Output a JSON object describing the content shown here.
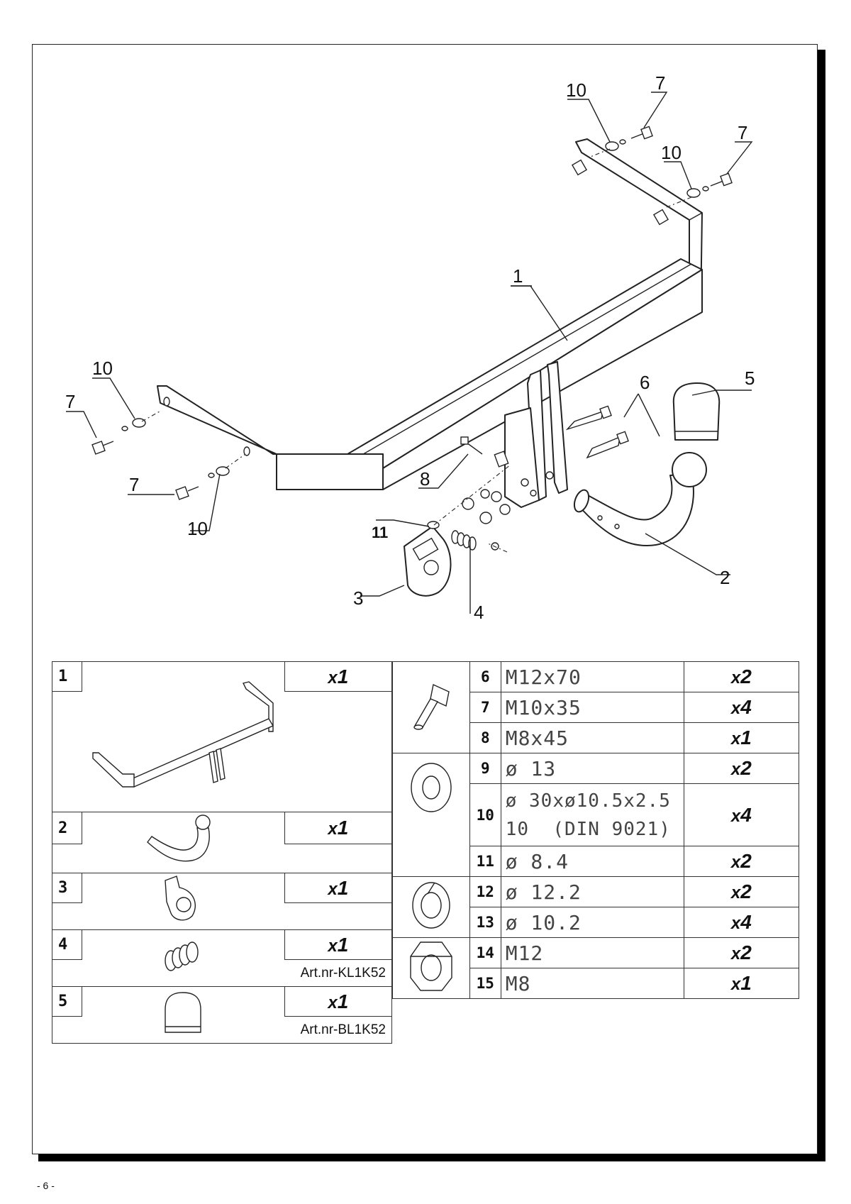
{
  "page_number": "- 6 -",
  "callouts": {
    "c1": "1",
    "c2": "2",
    "c3": "3",
    "c4": "4",
    "c5": "5",
    "c6": "6",
    "c7a": "7",
    "c7b": "7",
    "c7c": "7",
    "c7d": "7",
    "c8": "8",
    "c10a": "10",
    "c10b": "10",
    "c10c": "10",
    "c10d": "10",
    "c11": "11"
  },
  "left_parts": [
    {
      "no": "1",
      "x": "x",
      "qty": "1",
      "art": ""
    },
    {
      "no": "2",
      "x": "x",
      "qty": "1",
      "art": ""
    },
    {
      "no": "3",
      "x": "x",
      "qty": "1",
      "art": ""
    },
    {
      "no": "4",
      "x": "x",
      "qty": "1",
      "art": "Art.nr-KL1K52"
    },
    {
      "no": "5",
      "x": "x",
      "qty": "1",
      "art": "Art.nr-BL1K52"
    }
  ],
  "right_parts": [
    {
      "no": "6",
      "spec": "M12x70",
      "x": "x",
      "qty": "2"
    },
    {
      "no": "7",
      "spec": "M10x35",
      "x": "x",
      "qty": "4"
    },
    {
      "no": "8",
      "spec": "M8x45",
      "x": "x",
      "qty": "1"
    },
    {
      "no": "9",
      "spec": "ø 13",
      "x": "x",
      "qty": "2"
    },
    {
      "no": "10",
      "spec": "ø 30xø10.5x2.5",
      "spec2": "10  (DIN 9021)",
      "x": "x",
      "qty": "4"
    },
    {
      "no": "11",
      "spec": "ø 8.4",
      "x": "x",
      "qty": "2"
    },
    {
      "no": "12",
      "spec": "ø 12.2",
      "x": "x",
      "qty": "2"
    },
    {
      "no": "13",
      "spec": "ø 10.2",
      "x": "x",
      "qty": "4"
    },
    {
      "no": "14",
      "spec": "M12",
      "x": "x",
      "qty": "2"
    },
    {
      "no": "15",
      "spec": "M8",
      "x": "x",
      "qty": "1"
    }
  ]
}
